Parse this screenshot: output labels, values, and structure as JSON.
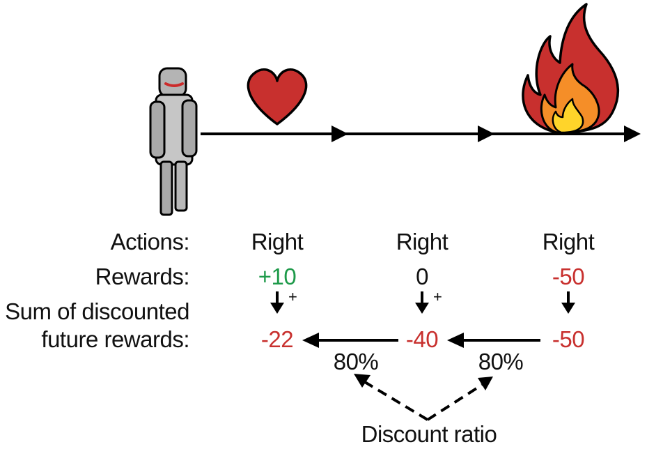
{
  "row_labels": {
    "actions": "Actions:",
    "rewards": "Rewards:",
    "sum_line1": "Sum of discounted",
    "sum_line2": "future rewards:"
  },
  "steps": [
    {
      "action": "Right",
      "reward": "+10",
      "discounted_sum": "-22",
      "plus": "+"
    },
    {
      "action": "Right",
      "reward": "0",
      "discounted_sum": "-40",
      "plus": "+"
    },
    {
      "action": "Right",
      "reward": "-50",
      "discounted_sum": "-50"
    }
  ],
  "discount": {
    "left": "80%",
    "right": "80%",
    "label": "Discount ratio"
  },
  "colors": {
    "positive": "#1e9a4a",
    "negative": "#c8302e",
    "neutral": "#111111"
  }
}
